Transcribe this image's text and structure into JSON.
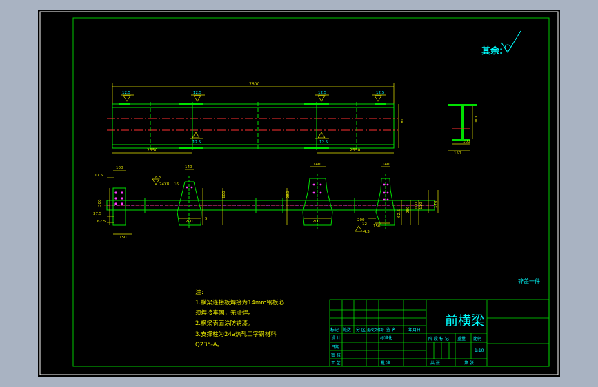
{
  "drawing": {
    "title": "前横梁",
    "surface_finish_prefix": "其余:",
    "note_corner": "锌盖一件",
    "notes": {
      "heading": "注:",
      "lines": [
        "1.横梁连接板焊接为14mm钢板必",
        "须焊接牢固，无虚焊。",
        "2.横梁表面涂防锈漆。",
        "3.支撑柱为24a热轧工字钢材料",
        "Q235-A。"
      ]
    },
    "dimensions": {
      "overall_length": "7600",
      "left_segment": "2550",
      "right_segment": "2550",
      "beam_thickness": "14",
      "section_height": "300",
      "section_width": "100",
      "section_base": "150",
      "weld": "12.5",
      "lower": {
        "d17_5": "17.5",
        "d100": "100",
        "d300": "300",
        "d37_5": "37.5",
        "d62_5": "62.5",
        "d150": "150",
        "d5": "5",
        "d14": "14",
        "d200a": "200",
        "d200b": "200",
        "d140a": "140",
        "d140b": "140",
        "d280a": "280",
        "d280b": "280",
        "d280c": "280",
        "d200c": "200",
        "d110": "110",
        "d12": "12",
        "d150b": "150",
        "d62_5b": "62.5",
        "d100b": "100",
        "d170": "170",
        "d8_5": "8.5",
        "d4_3": "4.3",
        "weld_label": "24X8",
        "weld_size": "16"
      }
    },
    "title_block": {
      "row_labels": [
        "标记",
        "处数",
        "分 区",
        "更改文件号",
        "签 名",
        "年月日"
      ],
      "left_labels": [
        "设 计",
        "审 核",
        "工 艺"
      ],
      "standard": "标准化",
      "date_label": "日期",
      "approve": "批 准",
      "stage_labels": [
        "阶 段 标 记",
        "重量",
        "比例"
      ],
      "scale": "1:10",
      "sheets": "共  张",
      "sheet_no": "第  张"
    }
  },
  "colors": {
    "border": "#ffffff",
    "frame": "#00c800",
    "beam": "#00e000",
    "dimension": "#e8e800",
    "centerline": "#ff3030",
    "text": "#00ffff",
    "hatch": "#ff40ff"
  }
}
